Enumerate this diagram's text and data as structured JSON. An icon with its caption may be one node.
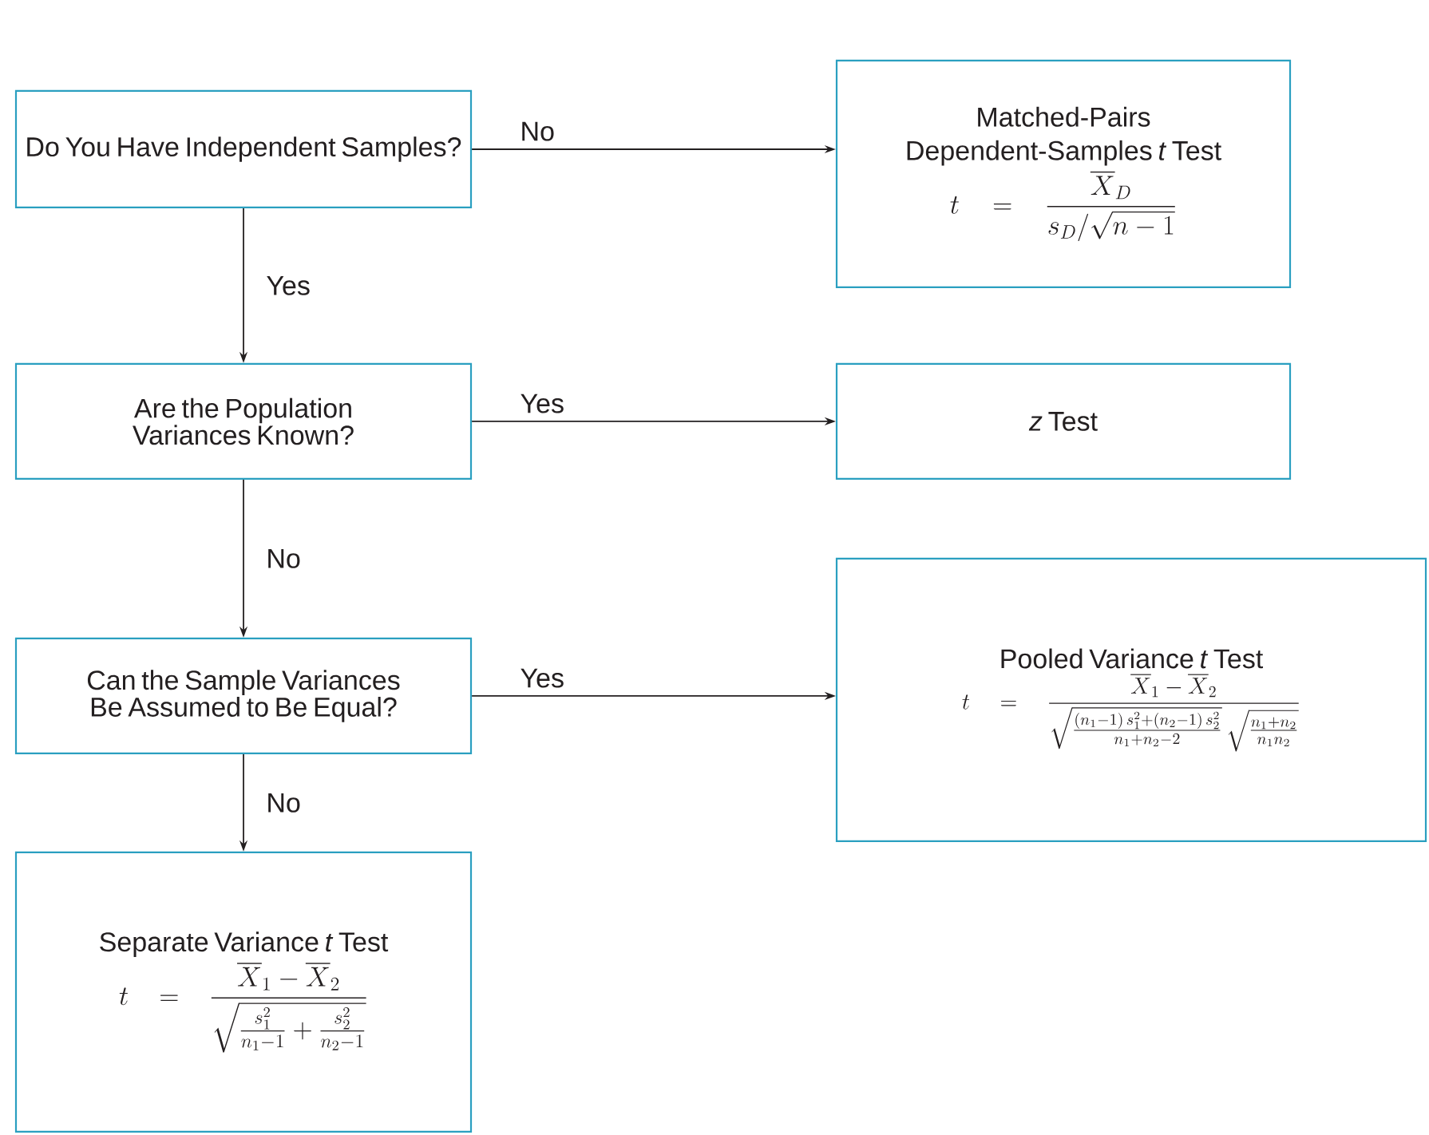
{
  "diagram": {
    "nodes": [
      {
        "text": [
          "Do You Have Independent Samples?"
        ]
      },
      {
        "text": [
          "Matched-Pairs Dependent-Samples *t* Test",
          "t = \\frac{\\overline{X}_D}{s_D/\\sqrt{n-1}}"
        ]
      },
      {
        "text": [
          "Are the Population Variances Known?"
        ]
      },
      {
        "text": [
          "*z* Test"
        ]
      },
      {
        "text": [
          "Can the Sample Variances Be Assumed to Be Equal?"
        ]
      },
      {
        "text": [
          "Pooled Variance *t* Test",
          "t = \\frac{\\overline{X}_1 - \\overline{X}_2}{\\sqrt{\\frac{(n_1-1)\\,s_1^2 + (n_2-1)\\,s_2^2}{n_1+n_2-2}}\\,\\sqrt{\\frac{n_1+n_2}{n_1 n_2}}}"
        ]
      },
      {
        "text": [
          "Separate Variance *t* Test",
          "t = \\frac{\\overline{X}_1 - \\overline{X}_2}{\\sqrt{\\frac{s_1^2}{n_1-1} + \\frac{s_2^2}{n_2-1}}}"
        ]
      }
    ],
    "edges": [
      {
        "from": 0,
        "to": 1,
        "arrow": "to",
        "label": "No"
      },
      {
        "from": 0,
        "to": 2,
        "arrow": "to",
        "label": "Yes"
      },
      {
        "from": 2,
        "to": 3,
        "arrow": "to",
        "label": "Yes"
      },
      {
        "from": 2,
        "to": 4,
        "arrow": "to",
        "label": "No"
      },
      {
        "from": 4,
        "to": 5,
        "arrow": "to",
        "label": "Yes"
      },
      {
        "from": 4,
        "to": 6,
        "arrow": "to",
        "label": "No"
      }
    ]
  }
}
